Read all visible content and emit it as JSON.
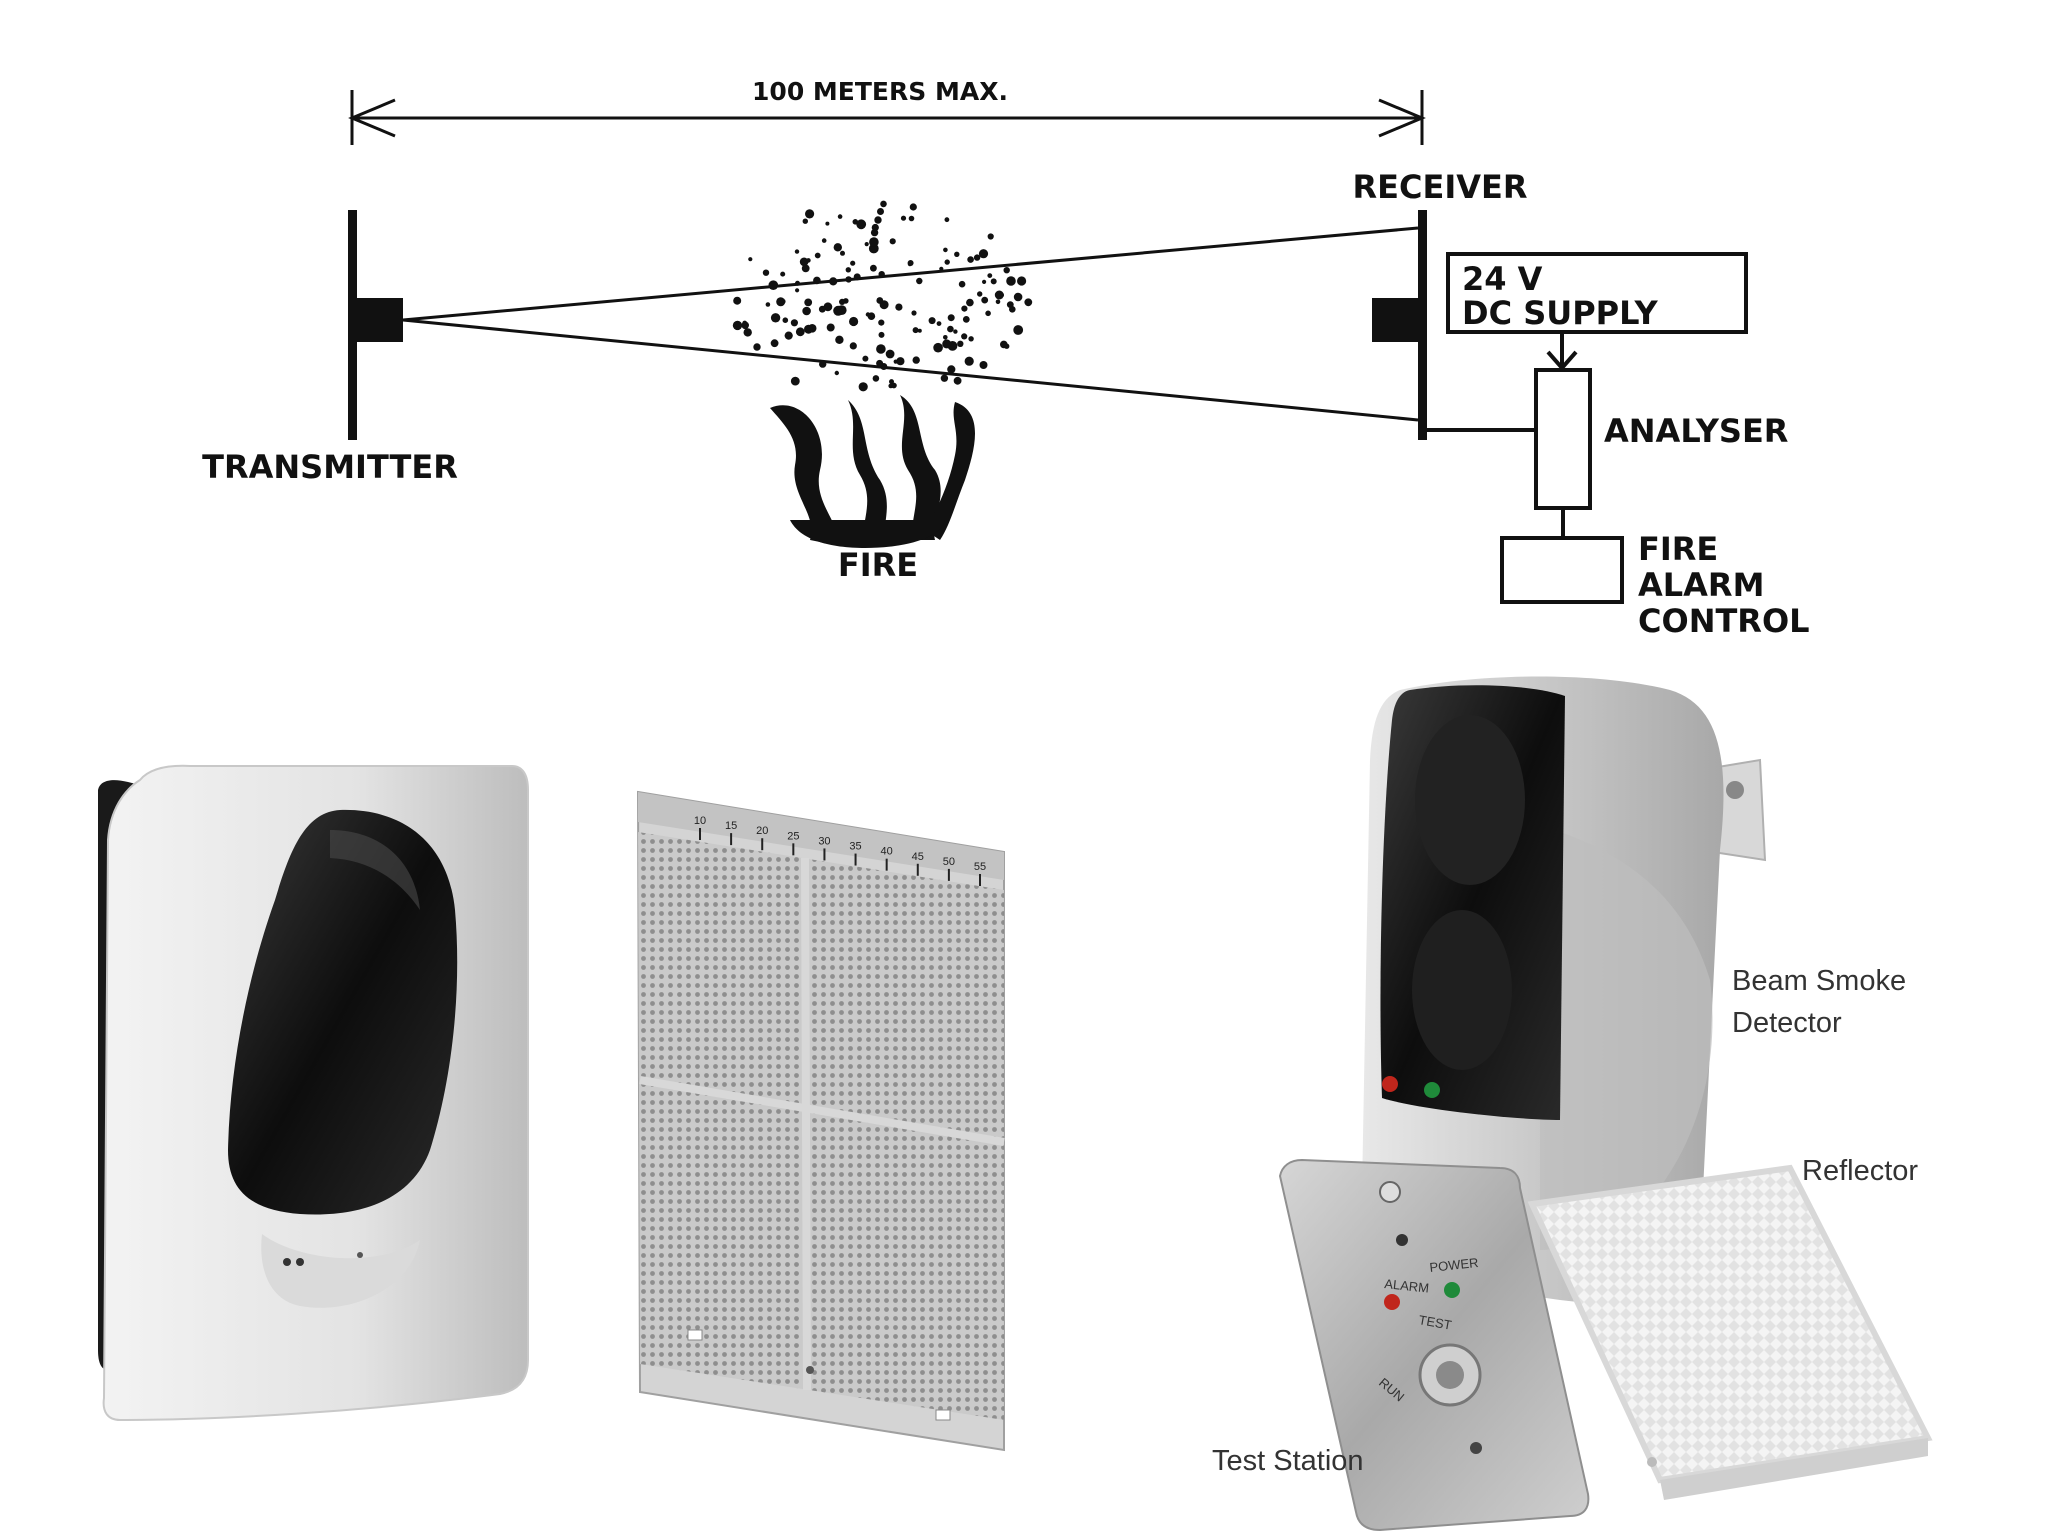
{
  "diagram": {
    "distance_label": "100 METERS MAX.",
    "receiver_label": "RECEIVER",
    "transmitter_label": "TRANSMITTER",
    "fire_label": "FIRE",
    "supply_line1": "24 V",
    "supply_line2": "DC SUPPLY",
    "analyser_label": "ANALYSER",
    "control_line1": "FIRE",
    "control_line2": "ALARM",
    "control_line3": "CONTROL"
  },
  "products": {
    "beam_detector_line1": "Beam Smoke",
    "beam_detector_line2": "Detector",
    "reflector_label": "Reflector",
    "test_station_label": "Test Station",
    "panel_alarm": "ALARM",
    "panel_power": "POWER",
    "panel_test": "TEST",
    "panel_run": "RUN",
    "scale_ticks": [
      "10",
      "15",
      "20",
      "25",
      "30",
      "35",
      "40",
      "45",
      "50",
      "55"
    ]
  },
  "colors": {
    "ink": "#111111",
    "led_red": "#c0261c",
    "led_green": "#1f8a3a",
    "housing_white": "#e9e9e9",
    "lens_black": "#151515",
    "steel": "#b8b8b8"
  }
}
